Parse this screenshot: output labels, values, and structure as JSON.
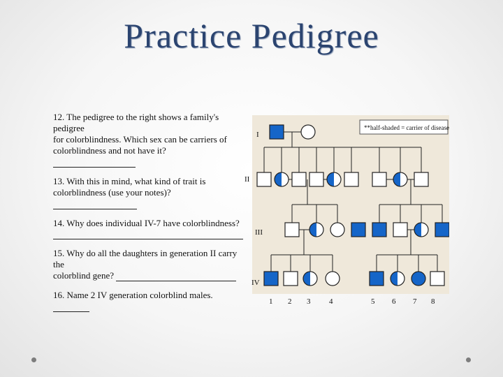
{
  "slide": {
    "title": "Practice Pedigree"
  },
  "questions": [
    {
      "lines": [
        "12. The pedigree to the right shows a family's pedigree",
        "for colorblindness.  Which sex can be carriers of",
        "colorblindness and not have it?"
      ]
    },
    {
      "lines": [
        "13. With this in mind, what kind of trait is",
        "colorblindness (use your notes)?"
      ]
    },
    {
      "lines": [
        "14. Why does individual IV-7 have colorblindness?"
      ]
    },
    {
      "lines": [
        "15. Why do all the daughters in generation II carry the",
        "colorblind gene?"
      ]
    },
    {
      "lines": [
        "16. Name 2 IV generation colorblind males."
      ]
    }
  ],
  "pedigree": {
    "legend": "**half-shaded = carrier of disease",
    "generation_labels": [
      "I",
      "II",
      "III",
      "IV"
    ],
    "individual_numbers": [
      "1",
      "2",
      "3",
      "4",
      "5",
      "6",
      "7",
      "8"
    ],
    "colors": {
      "fill": "#1565c8",
      "stroke": "#222222",
      "panel": "#efe8da"
    },
    "generations": [
      {
        "label": "I",
        "members": [
          {
            "sex": "male",
            "status": "affected"
          },
          {
            "sex": "female",
            "status": "unaffected"
          }
        ]
      },
      {
        "label": "II",
        "members": [
          {
            "sex": "male",
            "status": "unaffected"
          },
          {
            "sex": "female",
            "status": "carrier"
          },
          {
            "sex": "male",
            "status": "unaffected"
          },
          {
            "sex": "male",
            "status": "unaffected"
          },
          {
            "sex": "female",
            "status": "carrier"
          },
          {
            "sex": "male",
            "status": "unaffected"
          },
          {
            "sex": "male",
            "status": "unaffected"
          },
          {
            "sex": "female",
            "status": "carrier"
          },
          {
            "sex": "male",
            "status": "unaffected"
          }
        ]
      },
      {
        "label": "III",
        "members": [
          {
            "sex": "male",
            "status": "unaffected"
          },
          {
            "sex": "female",
            "status": "carrier"
          },
          {
            "sex": "female",
            "status": "unaffected"
          },
          {
            "sex": "male",
            "status": "affected"
          },
          {
            "sex": "male",
            "status": "affected"
          },
          {
            "sex": "male",
            "status": "unaffected"
          },
          {
            "sex": "female",
            "status": "carrier"
          },
          {
            "sex": "male",
            "status": "affected"
          }
        ]
      },
      {
        "label": "IV",
        "members": [
          {
            "sex": "male",
            "status": "affected",
            "number": "1"
          },
          {
            "sex": "male",
            "status": "unaffected",
            "number": "2"
          },
          {
            "sex": "female",
            "status": "carrier",
            "number": "3"
          },
          {
            "sex": "female",
            "status": "unaffected",
            "number": "4"
          },
          {
            "sex": "male",
            "status": "affected",
            "number": "5"
          },
          {
            "sex": "female",
            "status": "carrier",
            "number": "6"
          },
          {
            "sex": "female",
            "status": "affected",
            "number": "7"
          },
          {
            "sex": "male",
            "status": "unaffected",
            "number": "8"
          }
        ]
      }
    ]
  }
}
